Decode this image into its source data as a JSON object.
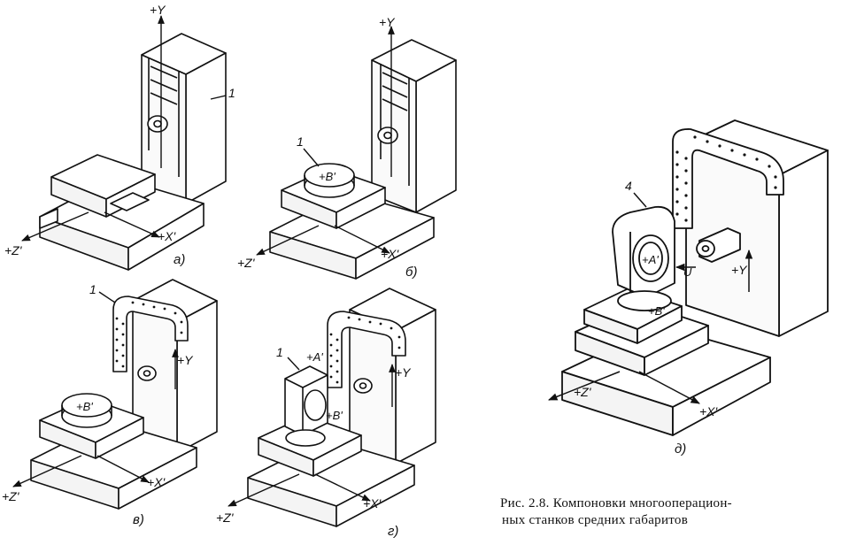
{
  "panels": [
    {
      "id": "a",
      "label": "а)",
      "part_number": "1",
      "axes": {
        "y": "+Y",
        "x": "+X'",
        "z": "+Z'"
      }
    },
    {
      "id": "b",
      "label": "б)",
      "part_number": "1",
      "axes": {
        "y": "+Y",
        "x": "+X'",
        "z": "+Z'",
        "b": "+B'"
      }
    },
    {
      "id": "v",
      "label": "в)",
      "part_number": "1",
      "axes": {
        "y": "+Y",
        "x": "+X'",
        "z": "+Z'",
        "b": "+B'"
      }
    },
    {
      "id": "g",
      "label": "г)",
      "part_number": "1",
      "axes": {
        "y": "+Y",
        "x": "+X'",
        "z": "+Z'",
        "a": "+A'",
        "b": "+B'"
      }
    },
    {
      "id": "d",
      "label": "д)",
      "part_number": "4",
      "axes": {
        "y": "+Y",
        "x": "+X'",
        "z": "+Z'",
        "a": "+A'",
        "b": "+B'",
        "u": "U"
      }
    }
  ],
  "caption": {
    "line1": "Рис. 2.8. Компоновки многооперацион-",
    "line2": "ных станков средних габаритов"
  }
}
